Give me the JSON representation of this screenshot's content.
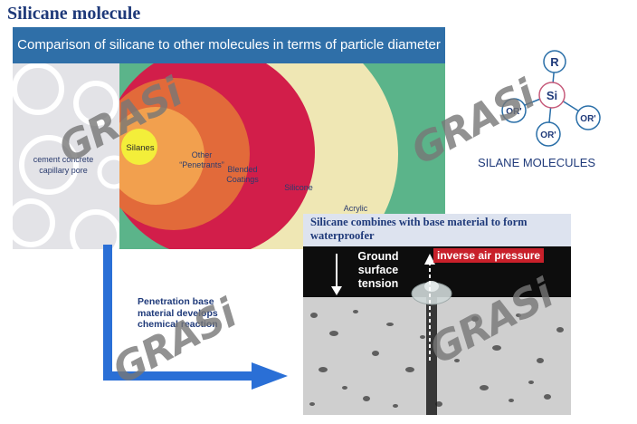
{
  "title": "Silicane molecule",
  "banner": "Comparison of silicane to other molecules in terms of particle diameter",
  "pore_label": "cement concrete capillary pore",
  "diameter_chart": {
    "circles": [
      {
        "label": "Silanes",
        "color": "#f3ee3a"
      },
      {
        "label": "Other “Penetrants”",
        "color": "#f2a04e"
      },
      {
        "label": "Blended Coatings",
        "color": "#e26a3a"
      },
      {
        "label": "Silicone",
        "color": "#d21e4a"
      },
      {
        "label": "Acrylic",
        "color": "#efe7b4"
      },
      {
        "label": "",
        "color": "#5bb48a"
      }
    ]
  },
  "silane_molecule": {
    "center": "Si",
    "top": "R",
    "left": "OR'",
    "right": "OR'",
    "bottom": "OR'",
    "caption": "SILANE MOLECULES"
  },
  "waterproof_panel": {
    "title": "Silicane combines with base material to form waterproofer",
    "ground_label": "Ground surface tension",
    "pressure_label": "inverse air pressure"
  },
  "reaction_label": "Penetration base material develops chemical reaction",
  "watermark": "GRASi",
  "colors": {
    "accent": "#2f6fa8",
    "arrow": "#2a6fd6",
    "title": "#1f3a7a"
  }
}
